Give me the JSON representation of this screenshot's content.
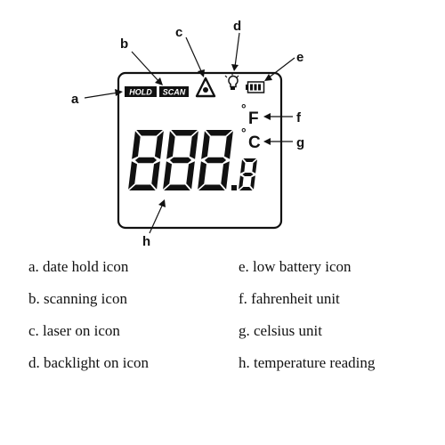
{
  "callouts": {
    "a": "a",
    "b": "b",
    "c": "c",
    "d": "d",
    "e": "e",
    "f": "f",
    "g": "g",
    "h": "h"
  },
  "display": {
    "hold_badge": "HOLD",
    "scan_badge": "SCAN",
    "fahrenheit_unit": "F",
    "celsius_unit": "C",
    "degree_symbol": "°",
    "reading": "888.8",
    "icons": [
      "hold-icon",
      "scan-icon",
      "laser-icon",
      "backlight-icon",
      "battery-icon"
    ]
  },
  "legend": {
    "items": [
      "a. date hold icon",
      "b. scanning icon",
      "c. laser on icon",
      "d. backlight on icon",
      "e. low battery icon",
      "f. fahrenheit unit",
      "g. celsius unit",
      "h. temperature reading"
    ]
  }
}
